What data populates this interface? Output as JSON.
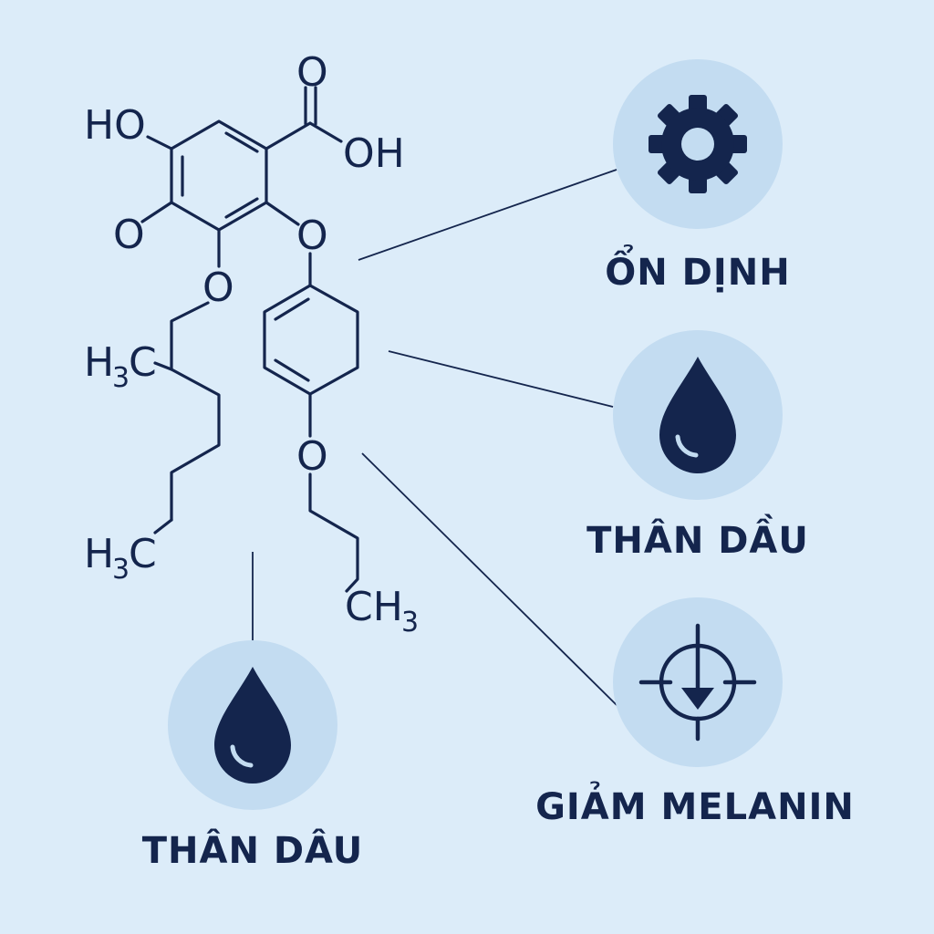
{
  "molecule": {
    "atoms": {
      "ho_top": "HO",
      "carbonyl_o": "O",
      "acid_oh": "OH",
      "o_left": "O",
      "o_ring_left": "O",
      "o_ring_right": "O",
      "o_lower": "O",
      "h3c_top": "H",
      "h3c_top_sub": "3",
      "h3c_top_c": "C",
      "h3c_bottom": "H",
      "h3c_bottom_sub": "3",
      "h3c_bottom_c": "C",
      "ch3_c": "CH",
      "ch3_sub": "3"
    }
  },
  "properties": [
    {
      "id": "stability",
      "label": "ỔN DỊNH",
      "icon": "gear-icon"
    },
    {
      "id": "lipophilic-right",
      "label": "THÂN DẦU",
      "icon": "oil-drop-icon"
    },
    {
      "id": "melanin",
      "label": "GIẢM MELANIN",
      "icon": "target-down-arrow-icon"
    },
    {
      "id": "lipophilic-left",
      "label": "THÂN DÂU",
      "icon": "oil-drop-icon"
    }
  ],
  "colors": {
    "background": "#dcecf9",
    "ink": "#14254d",
    "badge": "#c3dcf1"
  }
}
